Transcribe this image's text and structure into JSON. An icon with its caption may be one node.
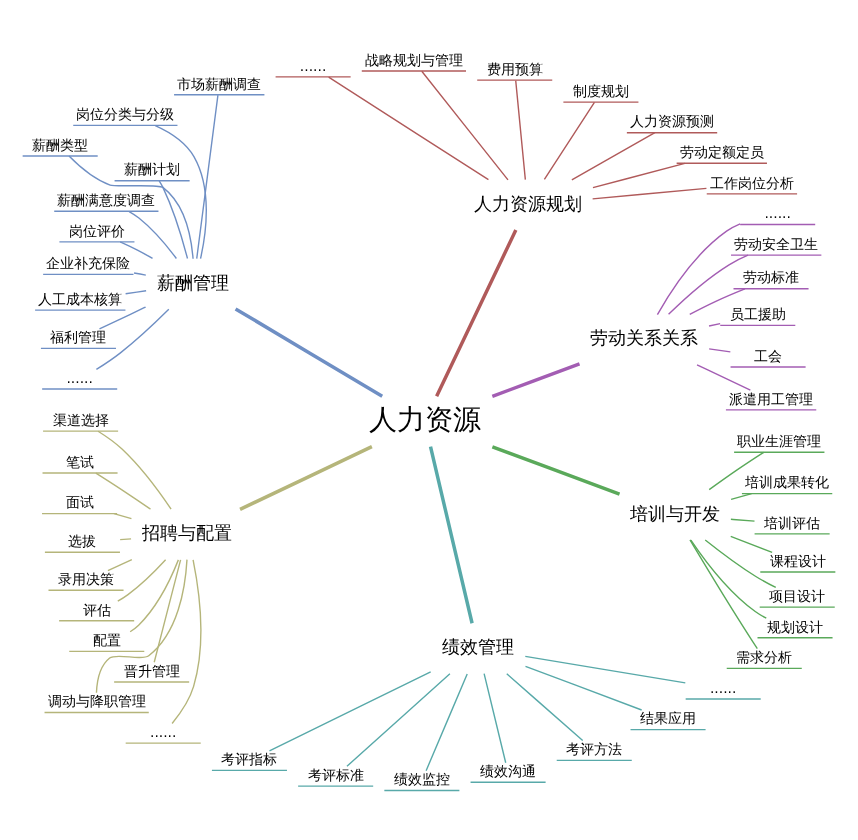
{
  "diagram": {
    "nodes": [
      {
        "text": [
          "人力资源"
        ]
      },
      {
        "text": [
          "劳动关系关系"
        ]
      },
      {
        "text": [
          "派遣用工管理"
        ]
      },
      {
        "text": [
          "工会"
        ]
      },
      {
        "text": [
          "员工援助"
        ]
      },
      {
        "text": [
          "劳动标准"
        ]
      },
      {
        "text": [
          "劳动安全卫生"
        ]
      },
      {
        "text": [
          "......"
        ]
      },
      {
        "text": [
          "人力资源规划"
        ]
      },
      {
        "text": [
          "工作岗位分析"
        ]
      },
      {
        "text": [
          "劳动定额定员"
        ]
      },
      {
        "text": [
          "人力资源预测"
        ]
      },
      {
        "text": [
          "制度规划"
        ]
      },
      {
        "text": [
          "费用预算"
        ]
      },
      {
        "text": [
          "战略规划与管理"
        ]
      },
      {
        "text": [
          "......"
        ]
      },
      {
        "text": [
          "薪酬管理"
        ]
      },
      {
        "text": [
          "市场薪酬调查"
        ]
      },
      {
        "text": [
          "岗位分类与分级"
        ]
      },
      {
        "text": [
          "薪酬类型"
        ]
      },
      {
        "text": [
          "薪酬计划"
        ]
      },
      {
        "text": [
          "薪酬满意度调查"
        ]
      },
      {
        "text": [
          "岗位评价"
        ]
      },
      {
        "text": [
          "企业补充保险"
        ]
      },
      {
        "text": [
          "人工成本核算"
        ]
      },
      {
        "text": [
          "福利管理"
        ]
      },
      {
        "text": [
          "......"
        ]
      },
      {
        "text": [
          "招聘与配置"
        ]
      },
      {
        "text": [
          "渠道选择"
        ]
      },
      {
        "text": [
          "笔试"
        ]
      },
      {
        "text": [
          "面试"
        ]
      },
      {
        "text": [
          "选拔"
        ]
      },
      {
        "text": [
          "录用决策"
        ]
      },
      {
        "text": [
          "评估"
        ]
      },
      {
        "text": [
          "配置"
        ]
      },
      {
        "text": [
          "晋升管理"
        ]
      },
      {
        "text": [
          "调动与降职管理"
        ]
      },
      {
        "text": [
          "......"
        ]
      },
      {
        "text": [
          "绩效管理"
        ]
      },
      {
        "text": [
          "考评指标"
        ]
      },
      {
        "text": [
          "考评标准"
        ]
      },
      {
        "text": [
          "绩效监控"
        ]
      },
      {
        "text": [
          "绩效沟通"
        ]
      },
      {
        "text": [
          "考评方法"
        ]
      },
      {
        "text": [
          "结果应用"
        ]
      },
      {
        "text": [
          "......"
        ]
      },
      {
        "text": [
          "培训与开发"
        ]
      },
      {
        "text": [
          "需求分析"
        ]
      },
      {
        "text": [
          "规划设计"
        ]
      },
      {
        "text": [
          "项目设计"
        ]
      },
      {
        "text": [
          "课程设计"
        ]
      },
      {
        "text": [
          "培训评估"
        ]
      },
      {
        "text": [
          "培训成果转化"
        ]
      },
      {
        "text": [
          "职业生涯管理"
        ]
      }
    ],
    "edges": [
      {
        "from": 0,
        "to": 1,
        "arrow": "none",
        "color": "#a35db3"
      },
      {
        "from": 1,
        "to": 2,
        "arrow": "none",
        "color": "#a35db3"
      },
      {
        "from": 1,
        "to": 3,
        "arrow": "none",
        "color": "#a35db3"
      },
      {
        "from": 1,
        "to": 4,
        "arrow": "none",
        "color": "#a35db3"
      },
      {
        "from": 1,
        "to": 5,
        "arrow": "none",
        "color": "#a35db3"
      },
      {
        "from": 1,
        "to": 6,
        "arrow": "none",
        "color": "#a35db3"
      },
      {
        "from": 1,
        "to": 7,
        "arrow": "none",
        "color": "#a35db3"
      },
      {
        "from": 0,
        "to": 8,
        "arrow": "none",
        "color": "#b05a5a"
      },
      {
        "from": 8,
        "to": 9,
        "arrow": "none",
        "color": "#b05a5a"
      },
      {
        "from": 8,
        "to": 10,
        "arrow": "none",
        "color": "#b05a5a"
      },
      {
        "from": 8,
        "to": 11,
        "arrow": "none",
        "color": "#b05a5a"
      },
      {
        "from": 8,
        "to": 12,
        "arrow": "none",
        "color": "#b05a5a"
      },
      {
        "from": 8,
        "to": 13,
        "arrow": "none",
        "color": "#b05a5a"
      },
      {
        "from": 8,
        "to": 14,
        "arrow": "none",
        "color": "#b05a5a"
      },
      {
        "from": 8,
        "to": 15,
        "arrow": "none",
        "color": "#b05a5a"
      },
      {
        "from": 0,
        "to": 16,
        "arrow": "none",
        "color": "#6f8fc4"
      },
      {
        "from": 16,
        "to": 17,
        "arrow": "none",
        "color": "#6f8fc4"
      },
      {
        "from": 16,
        "to": 18,
        "arrow": "none",
        "color": "#6f8fc4"
      },
      {
        "from": 16,
        "to": 19,
        "arrow": "none",
        "color": "#6f8fc4"
      },
      {
        "from": 16,
        "to": 20,
        "arrow": "none",
        "color": "#6f8fc4"
      },
      {
        "from": 16,
        "to": 21,
        "arrow": "none",
        "color": "#6f8fc4"
      },
      {
        "from": 16,
        "to": 22,
        "arrow": "none",
        "color": "#6f8fc4"
      },
      {
        "from": 16,
        "to": 23,
        "arrow": "none",
        "color": "#6f8fc4"
      },
      {
        "from": 16,
        "to": 24,
        "arrow": "none",
        "color": "#6f8fc4"
      },
      {
        "from": 16,
        "to": 25,
        "arrow": "none",
        "color": "#6f8fc4"
      },
      {
        "from": 16,
        "to": 26,
        "arrow": "none",
        "color": "#6f8fc4"
      },
      {
        "from": 0,
        "to": 27,
        "arrow": "none",
        "color": "#b5b57a"
      },
      {
        "from": 27,
        "to": 28,
        "arrow": "none",
        "color": "#b5b57a"
      },
      {
        "from": 27,
        "to": 29,
        "arrow": "none",
        "color": "#b5b57a"
      },
      {
        "from": 27,
        "to": 30,
        "arrow": "none",
        "color": "#b5b57a"
      },
      {
        "from": 27,
        "to": 31,
        "arrow": "none",
        "color": "#b5b57a"
      },
      {
        "from": 27,
        "to": 32,
        "arrow": "none",
        "color": "#b5b57a"
      },
      {
        "from": 27,
        "to": 33,
        "arrow": "none",
        "color": "#b5b57a"
      },
      {
        "from": 27,
        "to": 34,
        "arrow": "none",
        "color": "#b5b57a"
      },
      {
        "from": 27,
        "to": 35,
        "arrow": "none",
        "color": "#b5b57a"
      },
      {
        "from": 27,
        "to": 36,
        "arrow": "none",
        "color": "#b5b57a"
      },
      {
        "from": 27,
        "to": 37,
        "arrow": "none",
        "color": "#b5b57a"
      },
      {
        "from": 0,
        "to": 38,
        "arrow": "none",
        "color": "#58a9a9"
      },
      {
        "from": 38,
        "to": 39,
        "arrow": "none",
        "color": "#58a9a9"
      },
      {
        "from": 38,
        "to": 40,
        "arrow": "none",
        "color": "#58a9a9"
      },
      {
        "from": 38,
        "to": 41,
        "arrow": "none",
        "color": "#58a9a9"
      },
      {
        "from": 38,
        "to": 42,
        "arrow": "none",
        "color": "#58a9a9"
      },
      {
        "from": 38,
        "to": 43,
        "arrow": "none",
        "color": "#58a9a9"
      },
      {
        "from": 38,
        "to": 44,
        "arrow": "none",
        "color": "#58a9a9"
      },
      {
        "from": 38,
        "to": 45,
        "arrow": "none",
        "color": "#58a9a9"
      },
      {
        "from": 0,
        "to": 46,
        "arrow": "none",
        "color": "#5aa95a"
      },
      {
        "from": 46,
        "to": 47,
        "arrow": "none",
        "color": "#5aa95a"
      },
      {
        "from": 46,
        "to": 48,
        "arrow": "none",
        "color": "#5aa95a"
      },
      {
        "from": 46,
        "to": 49,
        "arrow": "none",
        "color": "#5aa95a"
      },
      {
        "from": 46,
        "to": 50,
        "arrow": "none",
        "color": "#5aa95a"
      },
      {
        "from": 46,
        "to": 51,
        "arrow": "none",
        "color": "#5aa95a"
      },
      {
        "from": 46,
        "to": 52,
        "arrow": "none",
        "color": "#5aa95a"
      },
      {
        "from": 46,
        "to": 53,
        "arrow": "none",
        "color": "#5aa95a"
      }
    ]
  }
}
